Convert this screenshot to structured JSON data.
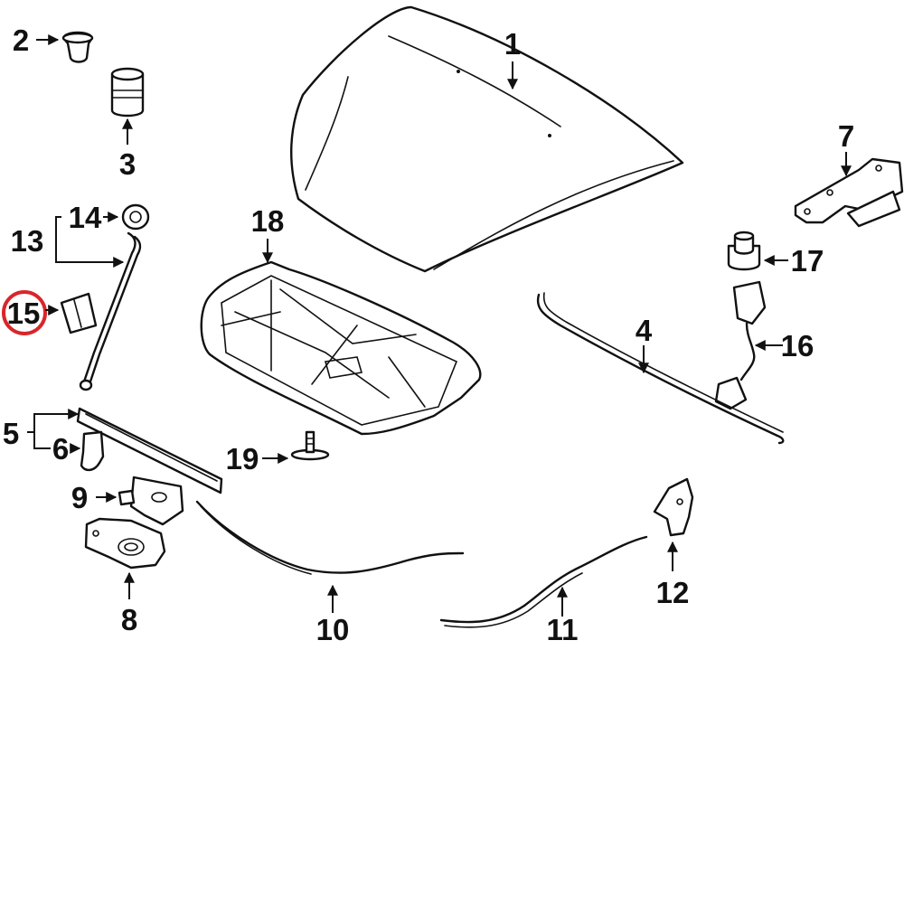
{
  "callouts": [
    {
      "id": "1",
      "label": "1"
    },
    {
      "id": "2",
      "label": "2"
    },
    {
      "id": "3",
      "label": "3"
    },
    {
      "id": "4",
      "label": "4"
    },
    {
      "id": "5",
      "label": "5"
    },
    {
      "id": "6",
      "label": "6"
    },
    {
      "id": "7",
      "label": "7"
    },
    {
      "id": "8",
      "label": "8"
    },
    {
      "id": "9",
      "label": "9"
    },
    {
      "id": "10",
      "label": "10"
    },
    {
      "id": "11",
      "label": "11"
    },
    {
      "id": "12",
      "label": "12"
    },
    {
      "id": "13",
      "label": "13"
    },
    {
      "id": "14",
      "label": "14"
    },
    {
      "id": "15",
      "label": "15"
    },
    {
      "id": "16",
      "label": "16"
    },
    {
      "id": "17",
      "label": "17"
    },
    {
      "id": "18",
      "label": "18"
    },
    {
      "id": "19",
      "label": "19"
    }
  ],
  "highlight": {
    "callout": "15",
    "color": "#d9262b"
  },
  "colors": {
    "line": "#111111",
    "background": "#ffffff"
  }
}
